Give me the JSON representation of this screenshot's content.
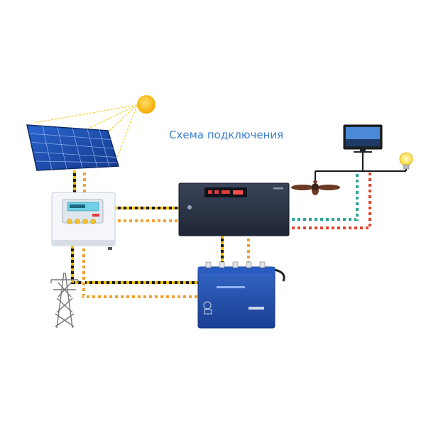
{
  "diagram": {
    "title": "Схема подключения",
    "components": [
      {
        "id": "sun",
        "icon": "sun-icon"
      },
      {
        "id": "solar-panel",
        "icon": "solar-panel-icon"
      },
      {
        "id": "charge-controller",
        "icon": "charge-controller-icon"
      },
      {
        "id": "inverter",
        "icon": "inverter-icon"
      },
      {
        "id": "battery",
        "icon": "battery-icon"
      },
      {
        "id": "power-tower",
        "icon": "power-tower-icon"
      },
      {
        "id": "tv",
        "icon": "tv-icon"
      },
      {
        "id": "ceiling-fan",
        "icon": "ceiling-fan-icon"
      },
      {
        "id": "light-bulb",
        "icon": "light-bulb-icon"
      }
    ],
    "wire_colors": {
      "black_yellow": [
        "#1a1a1a",
        "#f2c200"
      ],
      "orange_white": [
        "#f0a030",
        "#ffffff"
      ],
      "teal_white": [
        "#2aa39a",
        "#ffffff"
      ],
      "red_white": [
        "#e0452d",
        "#ffffff"
      ],
      "sun_ray": "#f5d33a"
    },
    "colors": {
      "title": "#3a7fd0",
      "panel": "#1c4fb0",
      "inverter": "#2b3447",
      "battery": "#1f4fae",
      "controller": "#f4f6f9"
    }
  }
}
